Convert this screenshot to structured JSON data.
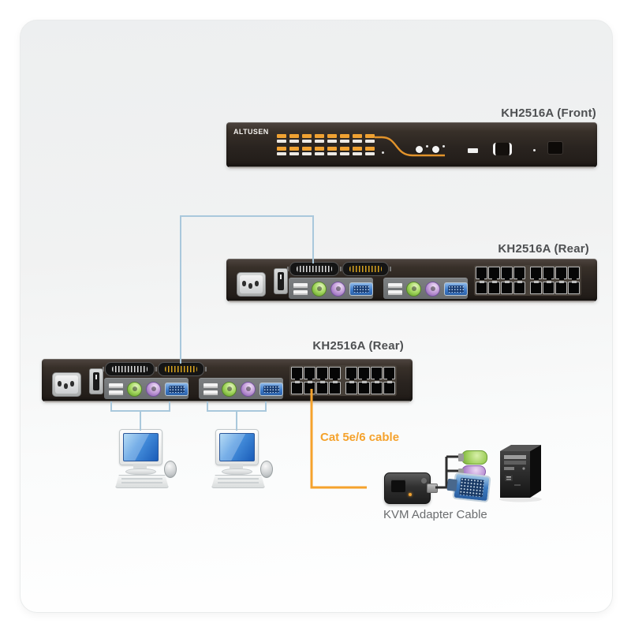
{
  "brand": {
    "logo_text": "ALTUSEN"
  },
  "devices": {
    "front_switch": {
      "label": "KH2516A (Front)"
    },
    "rear_switch_first": {
      "label": "KH2516A (Rear)"
    },
    "rear_switch_second": {
      "label": "KH2516A (Rear)"
    }
  },
  "annotations": {
    "cable_label": "Cat 5e/6 cable",
    "adapter_label": "KVM Adapter Cable"
  },
  "counts": {
    "led_columns": 8,
    "rj45_ports_per_group": 4
  },
  "colors": {
    "cable_orange": "#F5A22C",
    "line_blue": "#A9C8DC",
    "label_gray": "#4E5052",
    "led_orange": "#F0A232"
  }
}
